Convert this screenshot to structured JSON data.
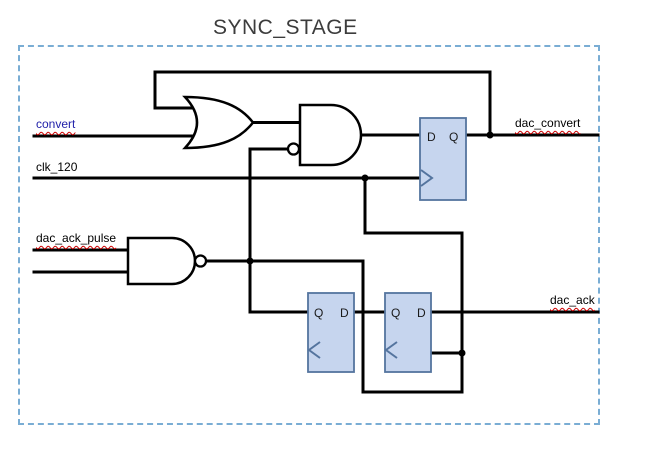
{
  "title": "SYNC_STAGE",
  "signals": {
    "convert": "convert",
    "clk_120": "clk_120",
    "dac_ack_pulse": "dac_ack_pulse",
    "dac_convert": "dac_convert",
    "dac_ack": "dac_ack"
  },
  "flip_flops": {
    "ff_dac_convert": {
      "left_pin": "D",
      "right_pin": "Q"
    },
    "ff_sync_left": {
      "left_pin": "Q",
      "right_pin": "D"
    },
    "ff_sync_right": {
      "left_pin": "Q",
      "right_pin": "D"
    }
  },
  "colors": {
    "border": "#7aadd4",
    "wire": "#000000",
    "ff_fill": "#c6d5ee",
    "ff_border": "#54749e",
    "convert_text": "#2222aa",
    "squiggle": "#cc0000"
  }
}
